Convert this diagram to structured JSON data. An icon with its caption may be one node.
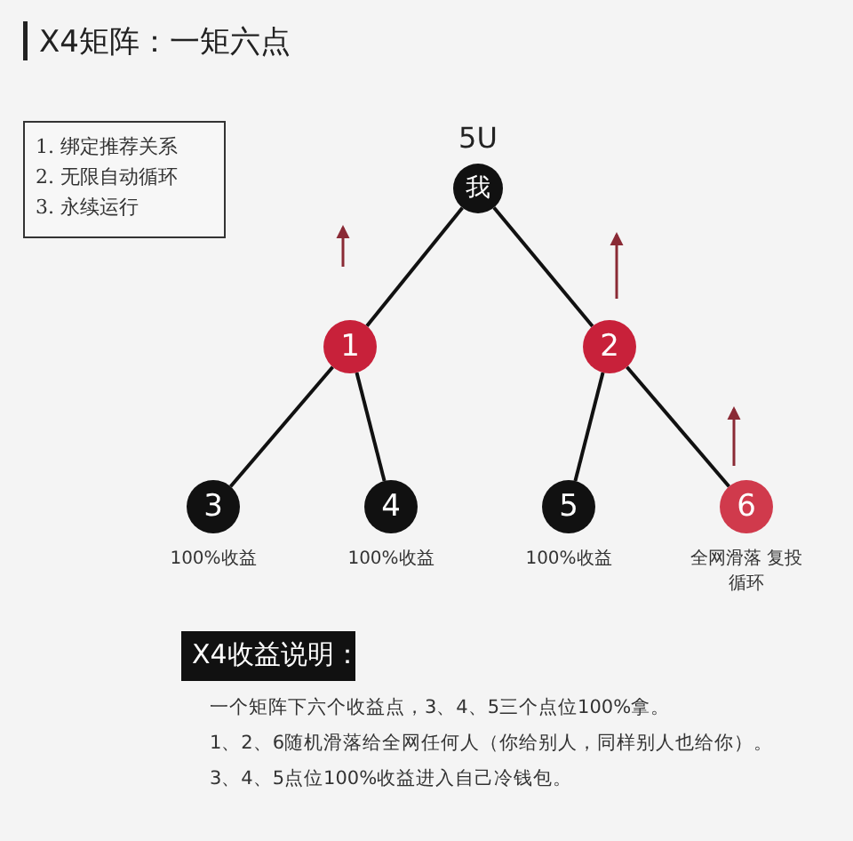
{
  "diagram": {
    "title": "X4矩阵：一矩六点",
    "nodes": [
      {
        "text": [
          "我"
        ],
        "beside": [
          "5U"
        ]
      },
      {
        "text": [
          "1"
        ]
      },
      {
        "text": [
          "2"
        ]
      },
      {
        "text": [
          "3"
        ],
        "beside": [
          "100%收益"
        ]
      },
      {
        "text": [
          "4"
        ],
        "beside": [
          "100%收益"
        ]
      },
      {
        "text": [
          "5"
        ],
        "beside": [
          "100%收益"
        ]
      },
      {
        "text": [
          "6"
        ],
        "beside": [
          "全网滑落 复投循环"
        ]
      },
      {
        "text": [
          "1. 绑定推荐关系",
          "2. 无限自动循环",
          "3. 永续运行"
        ]
      },
      {
        "text": [
          "X4收益说明："
        ]
      }
    ],
    "edges": [
      {
        "from": 0,
        "to": 1,
        "arrow": "none"
      },
      {
        "from": 0,
        "to": 2,
        "arrow": "none"
      },
      {
        "from": 1,
        "to": 3,
        "arrow": "none"
      },
      {
        "from": 1,
        "to": 4,
        "arrow": "none"
      },
      {
        "from": 2,
        "to": 5,
        "arrow": "none"
      },
      {
        "from": 2,
        "to": 6,
        "arrow": "none"
      }
    ],
    "labels": [
      "一个矩阵下六个收益点，3、4、5三个点位100%拿。",
      "1、2、6随机滑落给全网任何人（你给别人，同样别人也给你）。",
      "3、4、5点位100%收益进入自己冷钱包。"
    ]
  }
}
